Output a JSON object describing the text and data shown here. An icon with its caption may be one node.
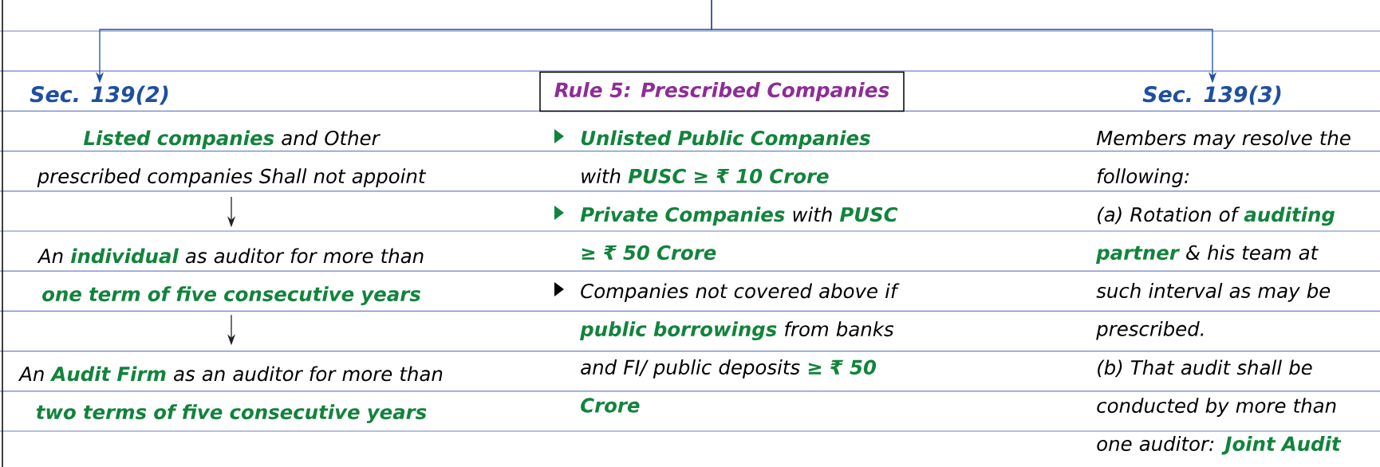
{
  "diagram": {
    "nodes": [
      {
        "text": [
          "Sec. 139(2)"
        ]
      },
      {
        "text": [
          "Rule 5: Prescribed Companies"
        ]
      },
      {
        "text": [
          "Sec. 139(3)"
        ]
      },
      {
        "text": [
          "**Listed companies** and Other prescribed companies Shall not appoint"
        ]
      },
      {
        "text": [
          "An **individual** as auditor for more than **one term of five consecutive years**"
        ]
      },
      {
        "text": [
          "An **Audit Firm** as an auditor for more than **two terms of five consecutive years**"
        ]
      }
    ],
    "edges": [
      {
        "from": null,
        "to": 0,
        "arrow": "to",
        "color": "#1f4fa0"
      },
      {
        "from": null,
        "to": 2,
        "arrow": "to",
        "color": "#1f4fa0"
      },
      {
        "from": 3,
        "to": 4,
        "arrow": "to",
        "color": "#222222"
      },
      {
        "from": 4,
        "to": 5,
        "arrow": "to",
        "color": "#222222"
      }
    ],
    "labels": [
      "**Unlisted Public Companies** with **PUSC ≥ ₹ 10 Crore**",
      "**Private Companies** with **PUSC ≥ ₹ 50 Crore**",
      "Companies not covered above if **public borrowings** from banks and FI/ public deposits **≥ ₹ 50 Crore**",
      "Members may resolve the following:",
      "(a) Rotation of **auditing partner** & his team at such interval as may be prescribed.",
      "(b) That audit shall be conducted by more than one auditor: **Joint Audit**"
    ]
  }
}
